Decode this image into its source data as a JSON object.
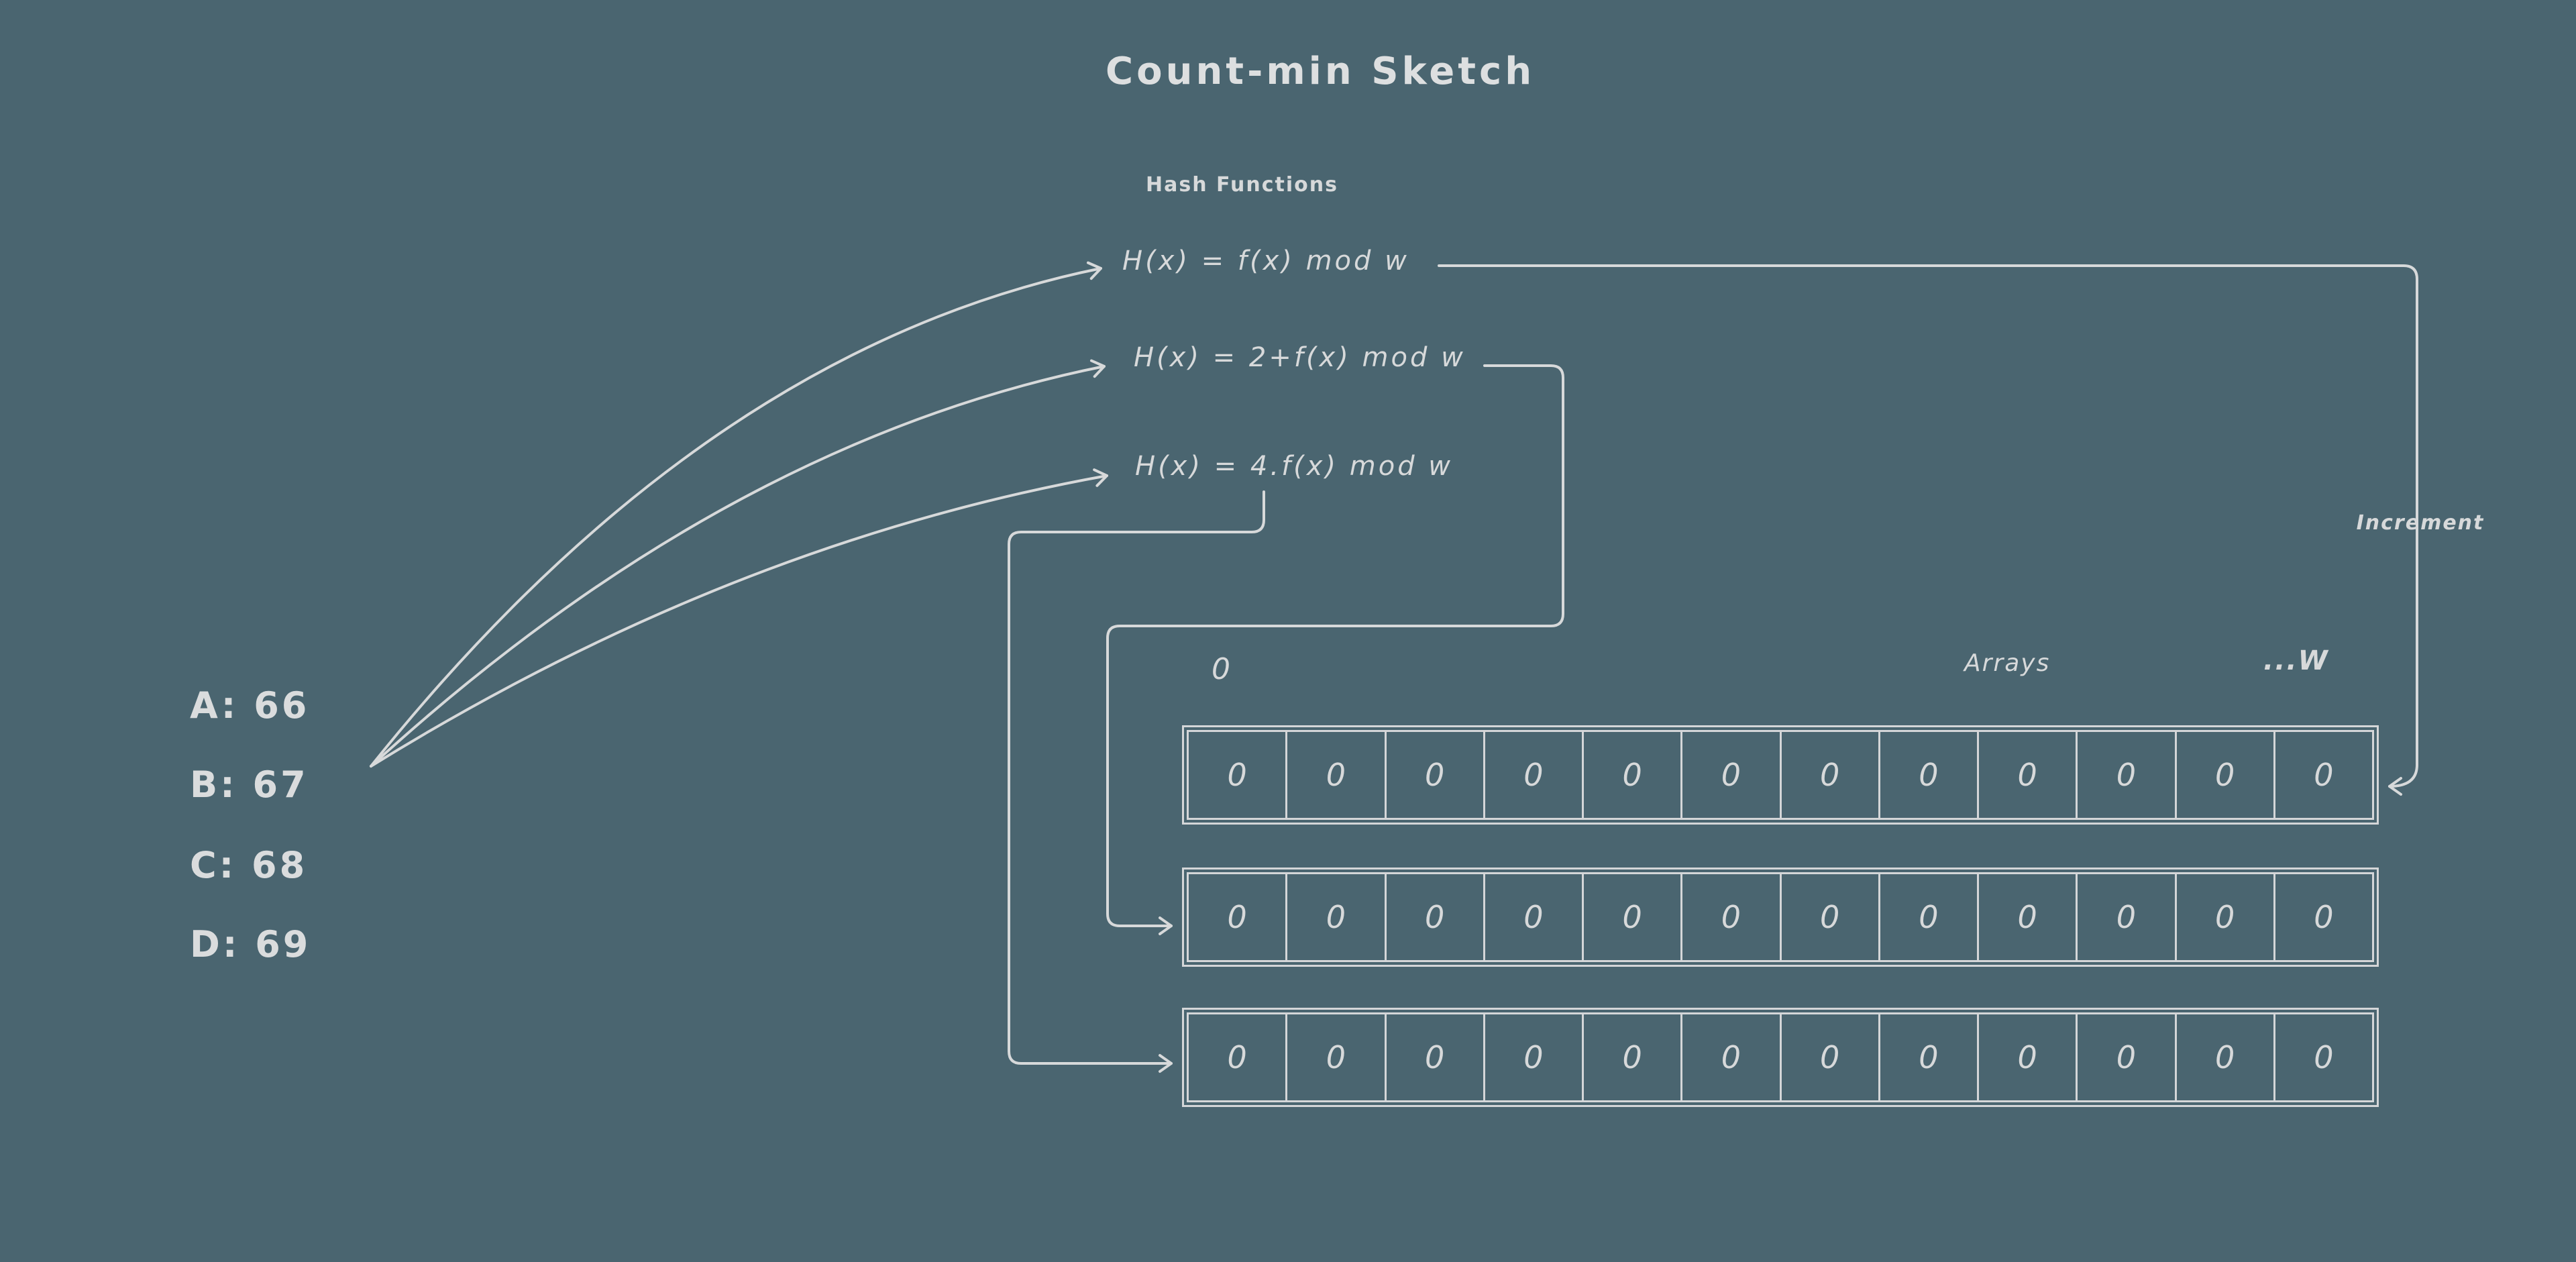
{
  "colors": {
    "background": "#4a6570",
    "ink": "#d7d9da",
    "border": "#d4d6d8"
  },
  "title": "Count-min Sketch",
  "hash_functions": {
    "heading": "Hash Functions",
    "items": [
      "H(x) = f(x) mod w",
      "H(x) = 2+f(x) mod w",
      "H(x) = 4.f(x) mod w"
    ]
  },
  "input_items": [
    "A: 66",
    "B: 67",
    "C: 68",
    "D: 69"
  ],
  "array_section": {
    "zero_index_label": "0",
    "arrays_label": "Arrays",
    "width_label": "...W",
    "increment_label": "Increment",
    "rows": [
      {
        "cells": [
          "0",
          "0",
          "0",
          "0",
          "0",
          "0",
          "0",
          "0",
          "0",
          "0",
          "0",
          "0"
        ]
      },
      {
        "cells": [
          "0",
          "0",
          "0",
          "0",
          "0",
          "0",
          "0",
          "0",
          "0",
          "0",
          "0",
          "0"
        ]
      },
      {
        "cells": [
          "0",
          "0",
          "0",
          "0",
          "0",
          "0",
          "0",
          "0",
          "0",
          "0",
          "0",
          "0"
        ]
      }
    ]
  }
}
